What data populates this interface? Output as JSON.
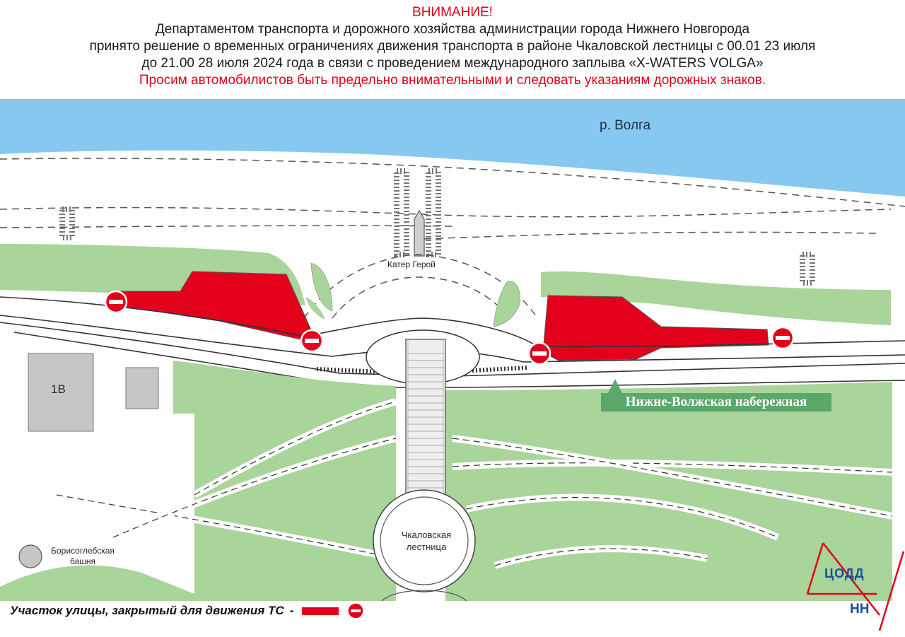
{
  "notice": {
    "title": "ВНИМАНИЕ!",
    "line1": "Департаментом транспорта и дорожного хозяйства администрации города Нижнего Новгорода",
    "line2": "принято решение о временных ограничениях движения транспорта в районе Чкаловской лестницы с 00.01 23 июля",
    "line3": "до 21.00 28 июля 2024 года в связи с проведением международного заплыва «X-WATERS VOLGA»",
    "warning": "Просим автомобилистов быть предельно внимательными и следовать указаниям дорожных знаков."
  },
  "map": {
    "river_label": "р. Волга",
    "boat_label": "Катер Герой",
    "building_label": "1В",
    "stairs_label": "Чкаловская лестница",
    "tower_label": "Борисоглебская башня",
    "embankment_label": "Нижне-Волжская набережная"
  },
  "legend": {
    "text": "Участок улицы, закрытый для движения ТС",
    "dash": "-"
  },
  "logo": {
    "top_text": "ЦОДД",
    "bottom_text": "НН"
  },
  "colors": {
    "river": "#87c8f0",
    "grass": "#a9d49a",
    "closed": "#e2001a",
    "building": "#c8c6c4",
    "logo": "#1a4f9c",
    "embankment_badge": "#5aa86a"
  }
}
